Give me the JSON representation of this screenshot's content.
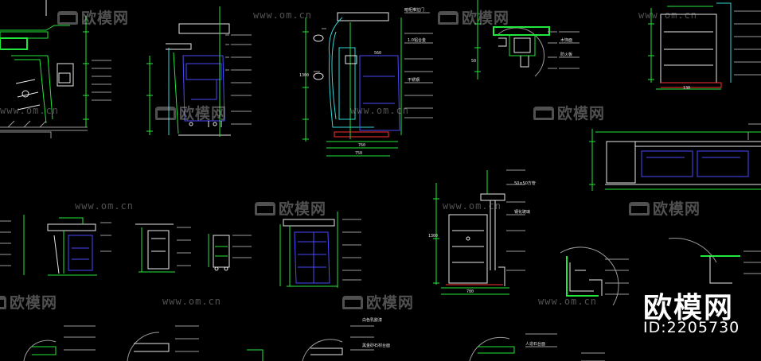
{
  "watermark": {
    "brand": "欧模网",
    "url": "www.om.cn"
  },
  "brand_id": "ID:2205730",
  "drawing": {
    "dim_labels": [
      "560",
      "750",
      "1300",
      "760",
      "780",
      "1300",
      "50",
      "130"
    ],
    "annotations": [
      "暗柜推拉门",
      "1.0铝合金",
      "不锈钢",
      "白色乳胶漆",
      "黑金砂石材台面",
      "木饰面",
      "防火板",
      "50×50方管",
      "钢化玻璃",
      "人造石台面"
    ]
  },
  "colors": {
    "background": "#000000",
    "green": "#22e83a",
    "white": "#e8e8e8",
    "cyan": "#33d8d8",
    "gray": "#9a9a9a",
    "blue": "#4a4aff",
    "red": "#ff3030"
  }
}
